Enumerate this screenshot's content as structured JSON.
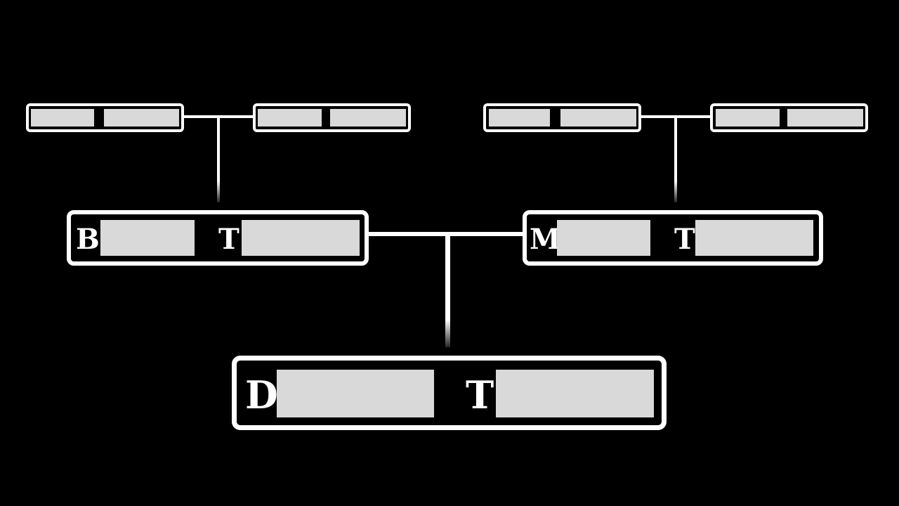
{
  "diagram": {
    "root": {
      "initial_first": "D",
      "initial_second": "T"
    },
    "parent_left": {
      "initial_first": "B",
      "initial_second": "T"
    },
    "parent_right": {
      "initial_first": "M",
      "initial_second": "T"
    }
  },
  "colors": {
    "background": "#000000",
    "line": "#ffffff",
    "field": "#d9d9d9"
  }
}
